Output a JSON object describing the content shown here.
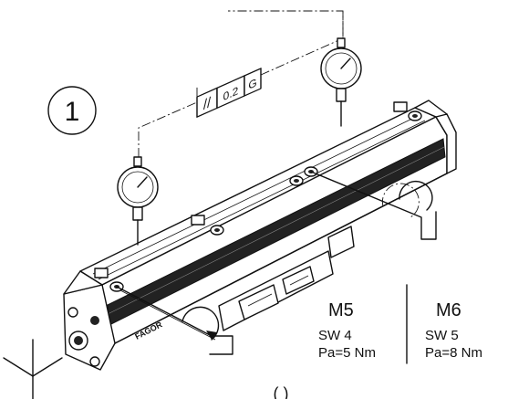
{
  "step_number": "1",
  "tolerance": {
    "symbol": "//",
    "value": "0.2",
    "datum": "G"
  },
  "brand_mark": "FAGOR",
  "bottom_mark": "( )",
  "screw_specs": [
    {
      "thread": "M5",
      "wrench": "SW 4",
      "torque": "Pa=5 Nm"
    },
    {
      "thread": "M6",
      "wrench": "SW 5",
      "torque": "Pa=8 Nm"
    }
  ]
}
